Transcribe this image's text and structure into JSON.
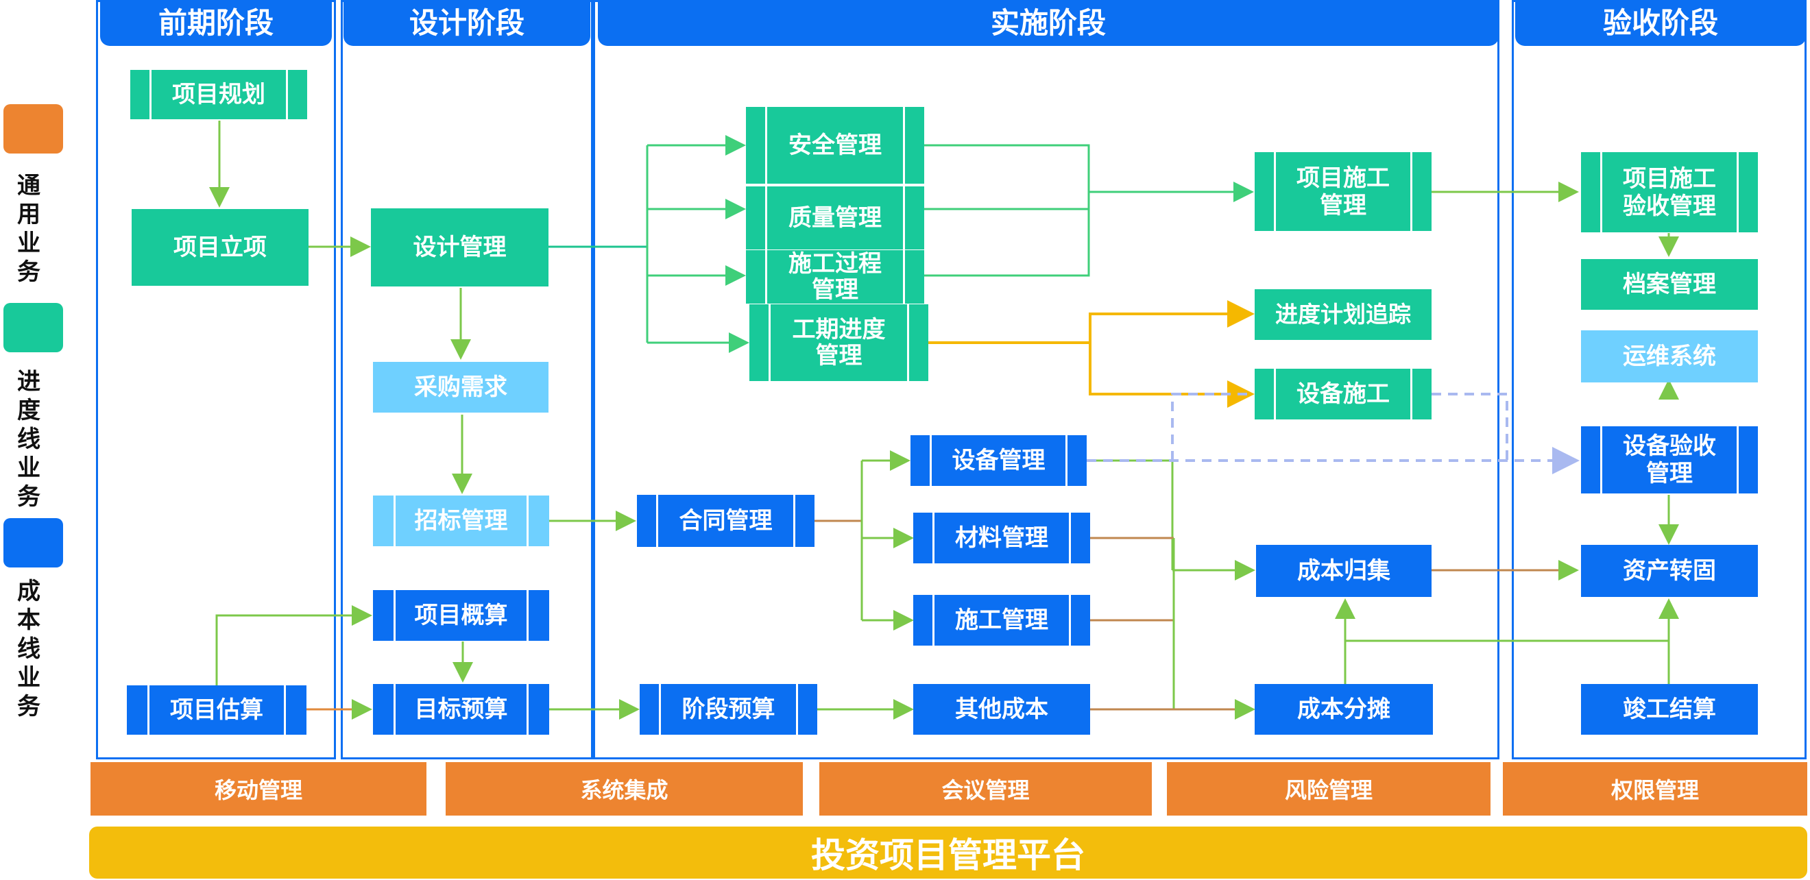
{
  "legend": {
    "general": "通用业务",
    "progress": "进度线业务",
    "cost": "成本线业务"
  },
  "phases": {
    "early": "前期阶段",
    "design": "设计阶段",
    "implement": "实施阶段",
    "acceptance": "验收阶段"
  },
  "nodes": {
    "project_planning": "项目规划",
    "project_approval": "项目立项",
    "project_estimate": "项目估算",
    "design_management": "设计管理",
    "procurement_demand": "采购需求",
    "bidding_management": "招标管理",
    "project_budget_estimate": "项目概算",
    "target_budget": "目标预算",
    "safety_management": "安全管理",
    "quality_management": "质量管理",
    "construction_process_management": "施工过程管理",
    "schedule_progress_management": "工期进度管理",
    "contract_management": "合同管理",
    "stage_budget": "阶段预算",
    "equipment_management": "设备管理",
    "material_management": "材料管理",
    "construction_management": "施工管理",
    "other_costs": "其他成本",
    "project_construction_management": "项目施工管理",
    "schedule_plan_tracking": "进度计划追踪",
    "equipment_construction": "设备施工",
    "cost_collection": "成本归集",
    "cost_allocation": "成本分摊",
    "construction_acceptance_management": "项目施工验收管理",
    "archive_management": "档案管理",
    "om_system": "运维系统",
    "equipment_acceptance_management": "设备验收管理",
    "asset_transfer": "资产转固",
    "completion_settlement": "竣工结算"
  },
  "bottom_bar": [
    "移动管理",
    "系统集成",
    "会议管理",
    "风险管理",
    "权限管理"
  ],
  "platform": "投资项目管理平台",
  "colors": {
    "general_orange": "#ed8430",
    "progress_green": "#18c99a",
    "cost_blue": "#0b6ff2",
    "light_blue": "#6fd0ff",
    "platform_yellow": "#f3bd0c"
  }
}
